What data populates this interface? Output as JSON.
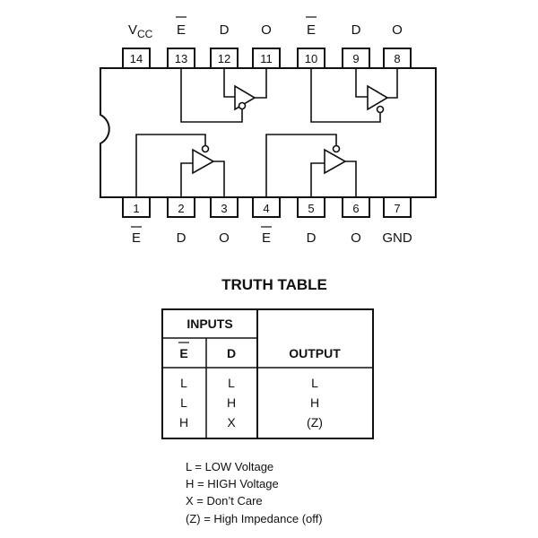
{
  "pins_top": [
    {
      "num": "14",
      "label": "V",
      "sub": "CC",
      "bar": false
    },
    {
      "num": "13",
      "label": "E",
      "sub": "",
      "bar": true
    },
    {
      "num": "12",
      "label": "D",
      "sub": "",
      "bar": false
    },
    {
      "num": "11",
      "label": "O",
      "sub": "",
      "bar": false
    },
    {
      "num": "10",
      "label": "E",
      "sub": "",
      "bar": true
    },
    {
      "num": "9",
      "label": "D",
      "sub": "",
      "bar": false
    },
    {
      "num": "8",
      "label": "O",
      "sub": "",
      "bar": false
    }
  ],
  "pins_bottom": [
    {
      "num": "1",
      "label": "E",
      "bar": true
    },
    {
      "num": "2",
      "label": "D",
      "bar": false
    },
    {
      "num": "3",
      "label": "O",
      "bar": false
    },
    {
      "num": "4",
      "label": "E",
      "bar": true
    },
    {
      "num": "5",
      "label": "D",
      "bar": false
    },
    {
      "num": "6",
      "label": "O",
      "bar": false
    },
    {
      "num": "7",
      "label": "GND",
      "bar": false
    }
  ],
  "truth_table": {
    "title": "TRUTH TABLE",
    "inputs_header": "INPUTS",
    "col_e": "E",
    "col_d": "D",
    "output_header": "OUTPUT",
    "rows": [
      [
        "L",
        "L",
        "L"
      ],
      [
        "L",
        "H",
        "H"
      ],
      [
        "H",
        "X",
        "(Z)"
      ]
    ]
  },
  "legend": [
    "L = LOW Voltage",
    "H = HIGH Voltage",
    "X = Don’t Care",
    "(Z) = High Impedance (off)"
  ]
}
